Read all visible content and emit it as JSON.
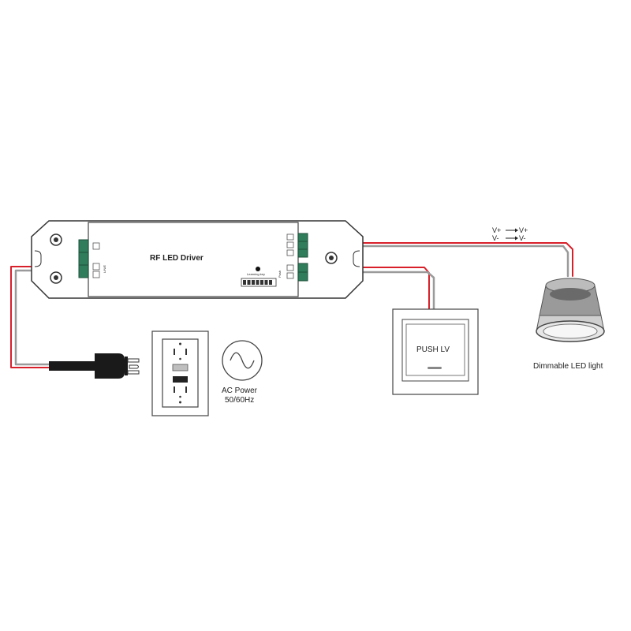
{
  "driver": {
    "title": "RF LED Driver",
    "learning_key": "Learning key",
    "push_label": "Push",
    "input_label": "L/N/E"
  },
  "wiring": {
    "vplus_from": "V+",
    "vplus_to": "V+",
    "vminus_from": "V-",
    "vminus_to": "V-"
  },
  "switch": {
    "label": "PUSH LV"
  },
  "power": {
    "line1": "AC Power",
    "line2": "50/60Hz"
  },
  "light": {
    "label": "Dimmable LED light"
  },
  "colors": {
    "live_wire": "#d8202a",
    "neutral_wire": "#9a9a9a",
    "terminal": "#2f7d5a",
    "outline": "#333333"
  }
}
